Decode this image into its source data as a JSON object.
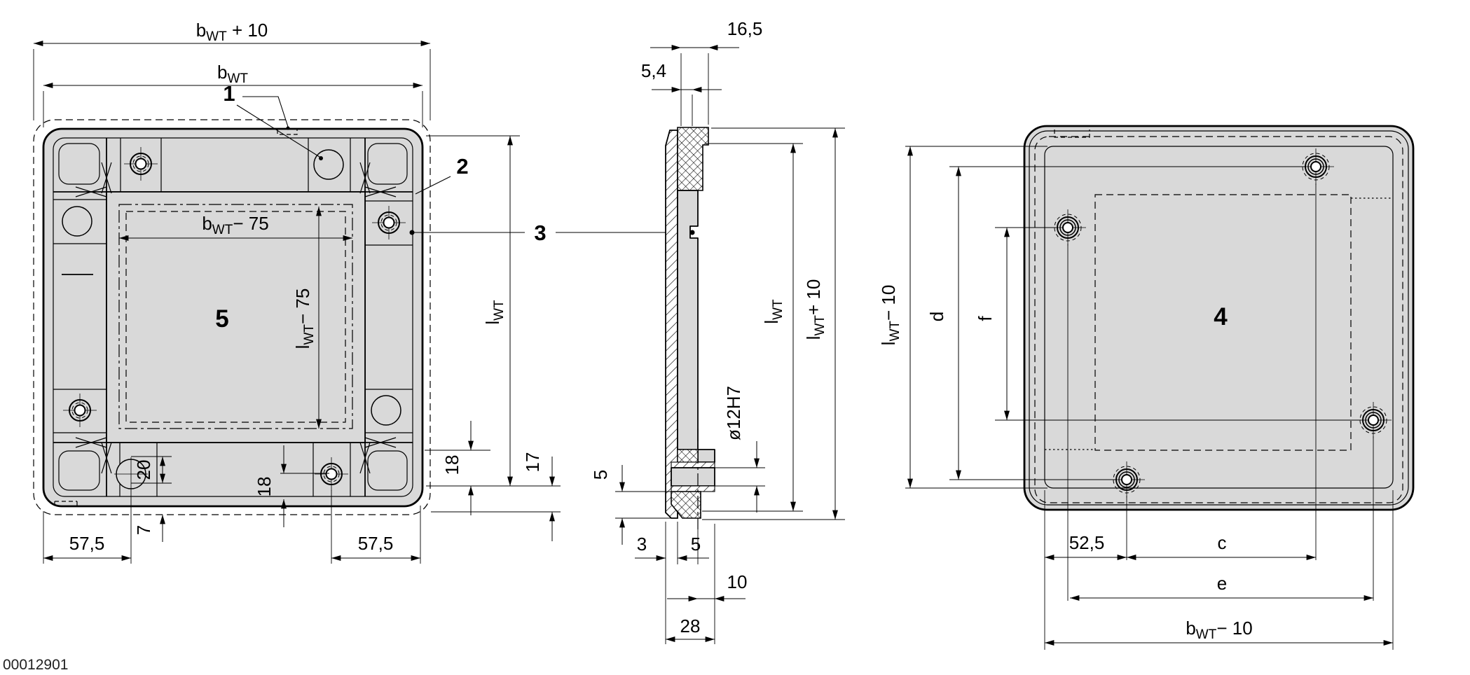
{
  "drawing_number": "00012901",
  "colors": {
    "part_fill": "#d9d9d9",
    "line": "#000000",
    "background": "#ffffff"
  },
  "callouts": {
    "c1": "1",
    "c2": "2",
    "c3": "3",
    "c4": "4",
    "c5": "5"
  },
  "views": {
    "front_view": {
      "dims": {
        "outer_width": {
          "base": "b",
          "sub": "WT",
          "rest": " + 10"
        },
        "width": {
          "base": "b",
          "sub": "WT",
          "rest": ""
        },
        "window_width": {
          "base": "b",
          "sub": "WT",
          "rest": "− 75"
        },
        "window_height": {
          "base": "l",
          "sub": "WT",
          "rest": "− 75"
        },
        "height": {
          "base": "l",
          "sub": "WT",
          "rest": ""
        },
        "corner_offset_left": "57,5",
        "corner_offset_right": "57,5",
        "slot_height": "20",
        "edge_gap": "7",
        "bottom_hole_offset": "18",
        "right_hole_offset": "18",
        "right_edge_offset": "17"
      }
    },
    "section_view": {
      "dims": {
        "head_width": "16,5",
        "head_step": "5,4",
        "bush_bore": "ø12H7",
        "bush_height": "5",
        "wall": "3",
        "lip": "5",
        "bush_offset": "10",
        "total_thickness": "28",
        "height": {
          "base": "l",
          "sub": "WT",
          "rest": ""
        },
        "outer_height": {
          "base": "l",
          "sub": "WT",
          "rest": "+ 10"
        }
      }
    },
    "back_view": {
      "dims": {
        "hole_span_height": {
          "base": "l",
          "sub": "WT",
          "rest": "− 10"
        },
        "d": "d",
        "f": "f",
        "corner_offset": "52,5",
        "c": "c",
        "e": "e",
        "hole_span_width": {
          "base": "b",
          "sub": "WT",
          "rest": "− 10"
        }
      }
    }
  }
}
